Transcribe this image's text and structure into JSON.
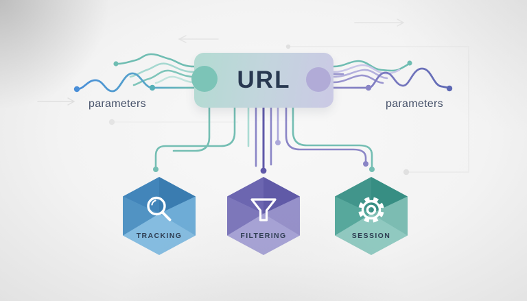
{
  "diagram": {
    "url_box": {
      "label": "URL"
    },
    "left_parameters_label": "parameters",
    "right_parameters_label": "parameters",
    "nodes": [
      {
        "label": "TRACKING",
        "icon": "magnifier-icon",
        "color_dark": "#4285ba",
        "color_light": "#85bce0"
      },
      {
        "label": "FILTERING",
        "icon": "funnel-icon",
        "color_dark": "#6c66b0",
        "color_light": "#a7a3d6"
      },
      {
        "label": "SESSION",
        "icon": "gear-icon",
        "color_dark": "#41958b",
        "color_light": "#90c9c0"
      }
    ],
    "colors": {
      "teal_wire": "#6fbdb2",
      "purple_wire": "#8a85c6",
      "indigo_wire": "#5d68b4",
      "blue_wire": "#4a8fd8",
      "box_gradient_left": "#b3dbd2",
      "box_gradient_right": "#cbc9e5",
      "box_circle_teal": "#7cc4b7",
      "box_circle_purple": "#b1abd7",
      "text_dark": "#283850",
      "label_gray": "#47526a",
      "faint_gray": "#e7e7e7"
    }
  }
}
